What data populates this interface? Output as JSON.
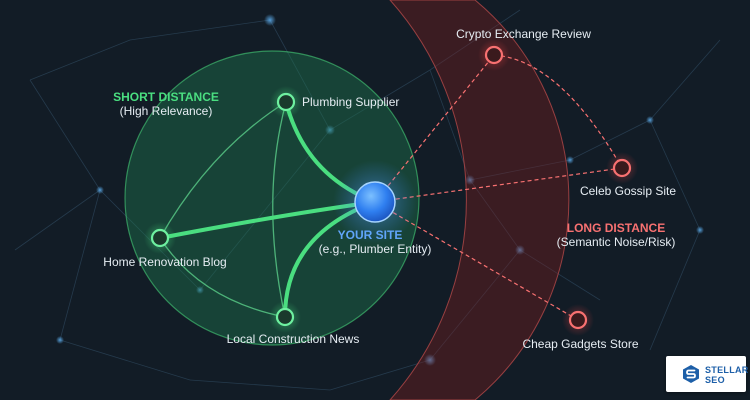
{
  "colors": {
    "background": "#121c26",
    "relevant": "#4ade80",
    "risk": "#ef4444",
    "site": "#3b82f6",
    "site_label": "#60a5fa"
  },
  "zones": {
    "short": {
      "title": "SHORT DISTANCE",
      "subtitle": "(High Relevance)"
    },
    "long": {
      "title": "LONG DISTANCE",
      "subtitle": "(Semantic Noise/Risk)"
    }
  },
  "center": {
    "title": "YOUR SITE",
    "subtitle": "(e.g., Plumber Entity)"
  },
  "relevant_nodes": [
    {
      "label": "Plumbing Supplier"
    },
    {
      "label": "Home Renovation Blog"
    },
    {
      "label": "Local Construction News"
    }
  ],
  "risky_nodes": [
    {
      "label": "Crypto Exchange Review"
    },
    {
      "label": "Celeb Gossip Site"
    },
    {
      "label": "Cheap Gadgets Store"
    }
  ],
  "logo": {
    "line1": "STELLAR",
    "line2": "SEO",
    "icon": "stellar-seo-logo-icon"
  }
}
